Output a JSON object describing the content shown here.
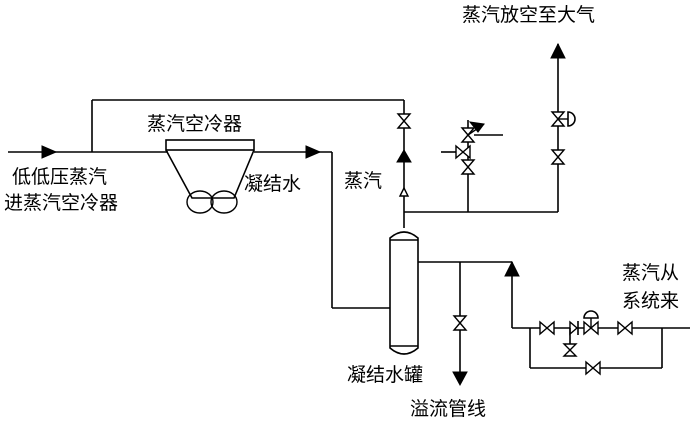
{
  "labels": {
    "steam_vent": "蒸汽放空至大气",
    "air_cooler": "蒸汽空冷器",
    "inlet_line1": "低低压蒸汽",
    "inlet_line2": "进蒸汽空冷器",
    "condensate": "凝结水",
    "steam": "蒸汽",
    "tank": "凝结水罐",
    "overflow": "溢流管线",
    "from_system_line1": "蒸汽从",
    "from_system_line2": "系统来"
  }
}
